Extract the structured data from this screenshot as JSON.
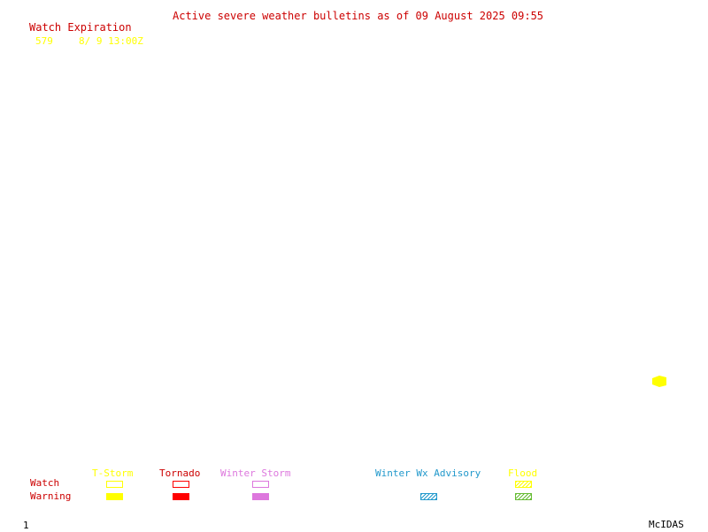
{
  "header": {
    "title": "Active severe weather bulletins as of 09 August 2025 09:55",
    "watch_header": "Watch Expiration"
  },
  "watches": [
    {
      "number": "579",
      "expiration": "8/ 9 13:00Z"
    }
  ],
  "legend": {
    "row_labels": {
      "watch": "Watch",
      "warning": "Warning"
    },
    "categories": [
      {
        "key": "tstorm",
        "label": "T-Storm",
        "color": "#ffff00",
        "watch_style": "outline",
        "warning_style": "filled"
      },
      {
        "key": "tornado",
        "label": "Tornado",
        "color": "#ff0000",
        "watch_style": "outline",
        "warning_style": "filled"
      },
      {
        "key": "winter_storm",
        "label": "Winter Storm",
        "color": "#dd77dd",
        "watch_style": "outline",
        "warning_style": "filled"
      },
      {
        "key": "winter_wx_advisory",
        "label": "Winter Wx Advisory",
        "color": "#2299cc",
        "watch_style": "none",
        "warning_style": "hatched"
      },
      {
        "key": "flood",
        "label": "Flood",
        "color": "#ffff00",
        "hatch_color": "#66bb33",
        "watch_style": "hatched",
        "warning_style": "hatched"
      }
    ]
  },
  "colors": {
    "text_red": "#cc0000",
    "text_yellow": "#ffff00",
    "text_black": "#000000",
    "watch_area": "#ffff00"
  },
  "footer": {
    "frame_number": "1",
    "brand": "McIDAS"
  }
}
